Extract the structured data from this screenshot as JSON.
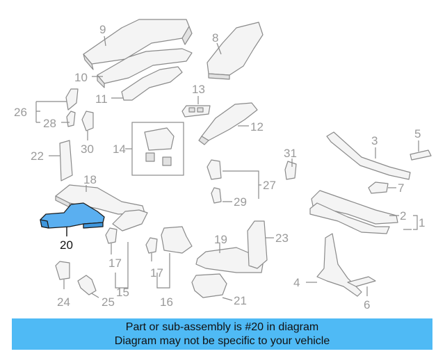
{
  "diagram": {
    "highlight_color": "#5aaff0",
    "callouts": {
      "c1": "1",
      "c2": "2",
      "c3": "3",
      "c4": "4",
      "c5": "5",
      "c6": "6",
      "c7": "7",
      "c8": "8",
      "c9": "9",
      "c10": "10",
      "c11": "11",
      "c12": "12",
      "c13": "13",
      "c14": "14",
      "c15": "15",
      "c16": "16",
      "c17a": "17",
      "c17b": "17",
      "c18": "18",
      "c19": "19",
      "c20": "20",
      "c21": "21",
      "c22": "22",
      "c23": "23",
      "c24": "24",
      "c25": "25",
      "c26": "26",
      "c27": "27",
      "c28": "28",
      "c29": "29",
      "c30": "30",
      "c31": "31"
    }
  },
  "banner": {
    "color": "#4fbaf5",
    "line1": "Part or sub-assembly is #20 in diagram",
    "line2": "Diagram may not be specific to your vehicle"
  }
}
